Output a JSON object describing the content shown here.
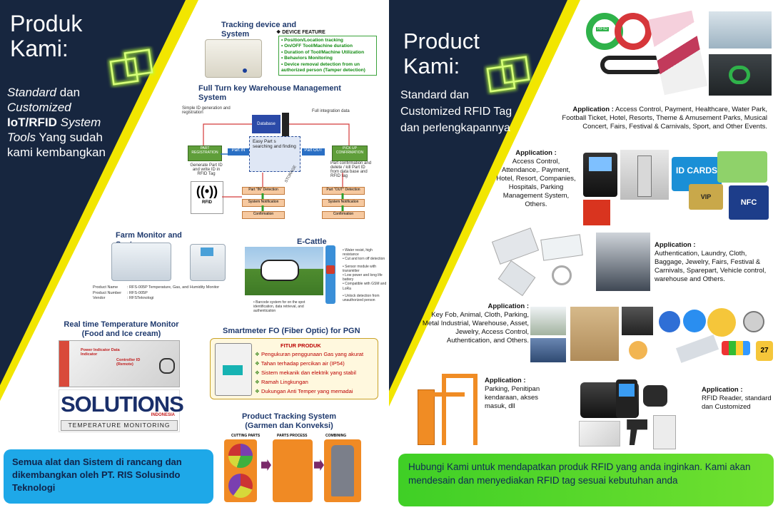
{
  "left": {
    "title": "Produk Kami:",
    "subtitle_parts": [
      "Standard",
      " dan ",
      "Customized",
      "IoT/RFID",
      " System ",
      "Tools",
      " Yang sudah kami kembangkan"
    ],
    "tracking": {
      "title": "Tracking device and System",
      "feature_header": "DEVICE FEATURE",
      "features": [
        "Position/Location tracking",
        "On/OFF Tool/Machine duration",
        "Duration of Tool/Machine Utilization",
        "Behaviors Monitoring",
        "Device removal detection from un authorized person (Tamper detection)"
      ]
    },
    "warehouse": {
      "title": "Full Turn key Warehouse Management System",
      "left_note": "Simple ID generation and registration",
      "right_note": "Full integration data",
      "database": "Database",
      "part_registration": "PART REGISTRATION",
      "pick_up": "PICK UP CONFIRMATION",
      "part_in": "Part IN",
      "part_out": "Part OUT",
      "center": "Easy Part s searching and finding",
      "storage": "STORAGE",
      "gen_note": "Generate Part ID and write ID in RFID Tag",
      "conf_note": "Part confirmation and delete / kill Part ID from data base and RFID tag",
      "rfid": "RFID",
      "in_detect": "Part \"IN\" Detection",
      "out_detect": "Part \"OUT\" Detection",
      "sys_notif": "System Notification",
      "confirmation": "Confirmation"
    },
    "farm": {
      "title": "Farm Monitor and System",
      "specs": [
        [
          "Product Name",
          ": RFS-005P Temperature, Gas, and  Humidity Monitor"
        ],
        [
          "Product Number",
          ": RFS-005P"
        ],
        [
          "Vendor",
          ": RFSTeknologi"
        ]
      ]
    },
    "ecattle": {
      "title": "E-Cattle",
      "features": [
        "Water resist, high resistance",
        "Cut and torn off detection",
        "Sensor module with transmitter",
        "Low power and long life battery",
        "Compatible with GSM and LoRa",
        "Unlock detection from unauthorized person"
      ],
      "barcode_note": "Barcode system for on the spot identification, data retrieval, and authentication"
    },
    "temperature": {
      "title": "Real time Temperature Monitor (Food and Ice cream)",
      "indicator": "Power Indicator Data Indicator",
      "controller": "Controller ID (Remote)",
      "logo_main": "SOLUTIONS",
      "logo_sub": "INDONESIA",
      "logo_banner": "TEMPERATURE MONITORING"
    },
    "smartmeter": {
      "title": "Smartmeter FO (Fiber Optic) for PGN",
      "header": "FITUR PRODUK",
      "features": [
        "Pengukuran penggunaan Gas yang akurat",
        "Tahan terhadap percikan air (IP54)",
        "Sistem mekanik dan elektrik yang stabil",
        "Ramah Lingkungan",
        "Dukungan Anti Temper yang memadai"
      ]
    },
    "product_tracking": {
      "title": "Product Tracking System (Garmen dan Konveksi)",
      "steps": [
        "CUTTING PARTS",
        "PARTS PROCESS",
        "COMBINING"
      ]
    },
    "footer": "Semua alat dan Sistem di rancang dan dikembangkan oleh PT. RIS Solusindo Teknologi",
    "colors": {
      "navy": "#17263f",
      "yellow": "#f2e600",
      "neon": "#b8ff3a",
      "footer_bg": "#1ea8e8"
    }
  },
  "right": {
    "title": "Product Kami:",
    "subtitle": "Standard dan Customized RFID Tag dan perlengkapannya",
    "applications": [
      {
        "label": "Application :",
        "text": "Access Control, Payment, Healthcare, Water Park, Football Ticket, Hotel, Resorts, Theme & Amusement Parks, Musical Concert, Fairs, Festival & Carnivals, Sport, and Other Events."
      },
      {
        "label": "Application :",
        "text": "Access Control, Attendance,. Payment, Hotel, Resort, Companies, Hospitals, Parking Management System, Others."
      },
      {
        "label": "Application :",
        "text": "Authentication,  Laundry, Cloth, Baggage, Jewelry, Fairs, Festival & Carnivals, Sparepart, Vehicle control, warehouse and Others."
      },
      {
        "label": "Application :",
        "text": "Key Fob, Animal, Cloth, Parking, Metal Industrial, Warehouse, Asset, Jewelry, Access Control, Authentication,  and Others."
      },
      {
        "label": "Application :",
        "text": "Parking, Penitipan kendaraan, akses masuk, dll"
      },
      {
        "label": "Application :",
        "text": "RFID Reader, standard dan Customized"
      }
    ],
    "card_labels": {
      "rfid": "RFID",
      "idcards": "ID CARDS",
      "vip": "VIP",
      "nfc": "NFC",
      "tag_number": "27"
    },
    "footer": "Hubungi Kami untuk mendapatkan produk RFID yang anda inginkan. Kami akan mendesain dan menyediakan RFID tag sesuai kebutuhan anda",
    "colors": {
      "navy": "#17263f",
      "yellow": "#f2e600",
      "footer_bg": "#3fcf26"
    }
  }
}
